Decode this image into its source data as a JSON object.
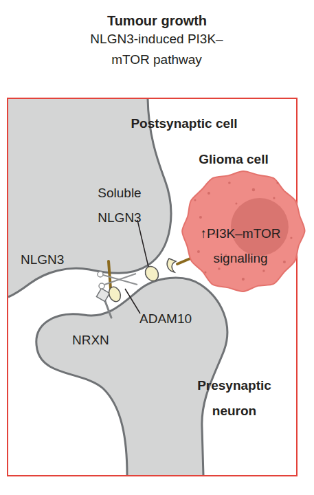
{
  "diagram": {
    "title": "Tumour growth",
    "nodes": [
      {
        "text": [
          "Glioma cell",
          "↑PI3K–mTOR signalling"
        ]
      }
    ],
    "labels": [
      "NLGN3-induced PI3K–mTOR pathway",
      "Postsynaptic cell",
      "Soluble NLGN3",
      "NLGN3",
      "ADAM10",
      "NRXN",
      "Presynaptic neuron"
    ]
  }
}
